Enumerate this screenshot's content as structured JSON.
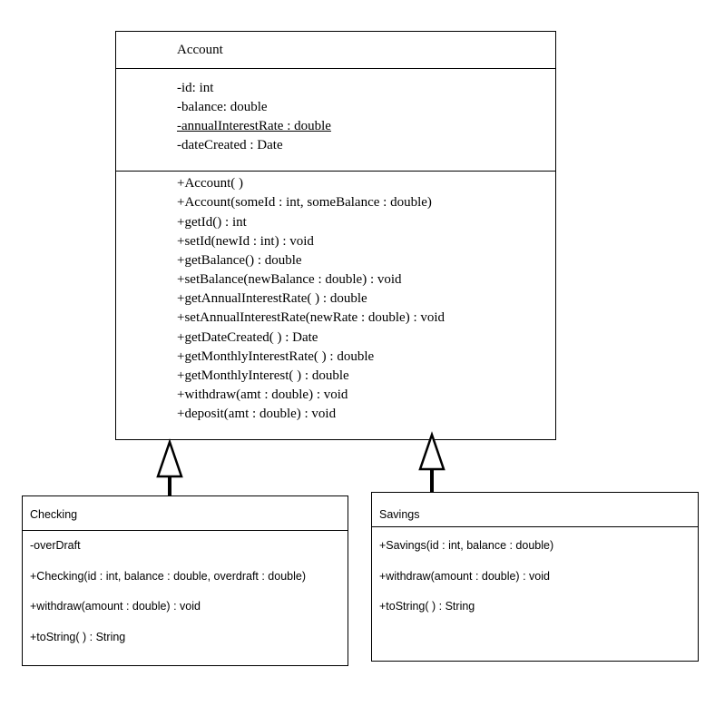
{
  "classes": {
    "account": {
      "name": "Account",
      "attributes": [
        {
          "text": "-id: int",
          "static": false
        },
        {
          "text": "-balance: double",
          "static": false
        },
        {
          "text": "-annualInterestRate : double",
          "static": true
        },
        {
          "text": "-dateCreated : Date",
          "static": false
        }
      ],
      "methods": [
        "+Account( )",
        "+Account(someId : int, someBalance : double)",
        "+getId() : int",
        "+setId(newId : int) : void",
        "+getBalance() : double",
        "+setBalance(newBalance : double) : void",
        "+getAnnualInterestRate( ) : double",
        "+setAnnualInterestRate(newRate : double) : void",
        "+getDateCreated( ) : Date",
        "+getMonthlyInterestRate( ) : double",
        "+getMonthlyInterest( ) : double",
        "+withdraw(amt : double) : void",
        "+deposit(amt : double) : void"
      ]
    },
    "checking": {
      "name": "Checking",
      "attributes": [
        "-overDraft"
      ],
      "methods": [
        "+Checking(id : int, balance : double, overdraft : double)",
        "+withdraw(amount : double) : void",
        "+toString( ) : String"
      ]
    },
    "savings": {
      "name": "Savings",
      "attributes": [],
      "methods": [
        "+Savings(id : int, balance : double)",
        "+withdraw(amount : double) : void",
        "+toString( ) : String"
      ]
    }
  },
  "relations": [
    {
      "type": "inheritance",
      "from": "Checking",
      "to": "Account"
    },
    {
      "type": "inheritance",
      "from": "Savings",
      "to": "Account"
    }
  ]
}
